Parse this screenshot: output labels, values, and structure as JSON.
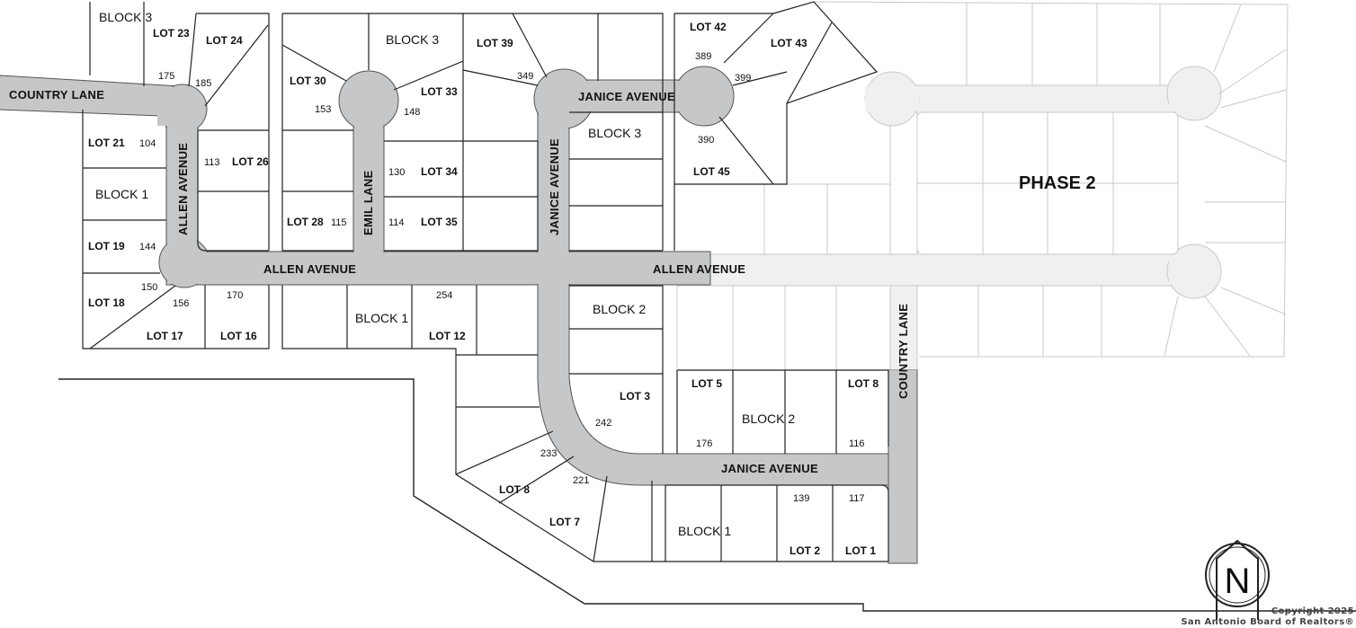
{
  "streets": {
    "country_lane_west": "COUNTRY LANE",
    "country_lane_east": "COUNTRY LANE",
    "allen_avenue_vertical": "ALLEN AVENUE",
    "allen_avenue_west": "ALLEN AVENUE",
    "allen_avenue_east": "ALLEN AVENUE",
    "emil_lane": "EMIL LANE",
    "janice_avenue_top": "JANICE AVENUE",
    "janice_avenue_vertical": "JANICE AVENUE",
    "janice_avenue_bottom": "JANICE AVENUE"
  },
  "phase": "PHASE 2",
  "blocks": {
    "b3_topleft": "BLOCK 3",
    "b1_left": "BLOCK 1",
    "b3_emil": "BLOCK 3",
    "b3_janice": "BLOCK 3",
    "b1_center": "BLOCK 1",
    "b2_center": "BLOCK 2",
    "b2_right": "BLOCK 2",
    "b1_bottom": "BLOCK 1"
  },
  "lots": {
    "lot23": "LOT 23",
    "lot24": "LOT 24",
    "lot21": "LOT 21",
    "lot26": "LOT 26",
    "lot19": "LOT 19",
    "lot18": "LOT 18",
    "lot17": "LOT 17",
    "lot16": "LOT 16",
    "lot30": "LOT 30",
    "lot33": "LOT 33",
    "lot34": "LOT 34",
    "lot35": "LOT 35",
    "lot28": "LOT 28",
    "lot39": "LOT 39",
    "lot42": "LOT 42",
    "lot43": "LOT 43",
    "lot45": "LOT 45",
    "lot12": "LOT 12",
    "lot3": "LOT 3",
    "lot5": "LOT 5",
    "lot8_right": "LOT 8",
    "lot8_bottom": "LOT 8",
    "lot7": "LOT 7",
    "lot2": "LOT 2",
    "lot1": "LOT 1"
  },
  "addresses": {
    "a175": "175",
    "a185": "185",
    "a104": "104",
    "a113": "113",
    "a144": "144",
    "a150": "150",
    "a156": "156",
    "a170": "170",
    "a153": "153",
    "a148": "148",
    "a130": "130",
    "a114": "114",
    "a115": "115",
    "a349": "349",
    "a389": "389",
    "a399": "399",
    "a390": "390",
    "a254": "254",
    "a242": "242",
    "a233": "233",
    "a221": "221",
    "a176": "176",
    "a116": "116",
    "a139": "139",
    "a117": "117"
  },
  "copyright": {
    "line1": "Copyright 2025",
    "line2": "San Antonio Board of Realtors®"
  },
  "north_arrow_letter": "N"
}
